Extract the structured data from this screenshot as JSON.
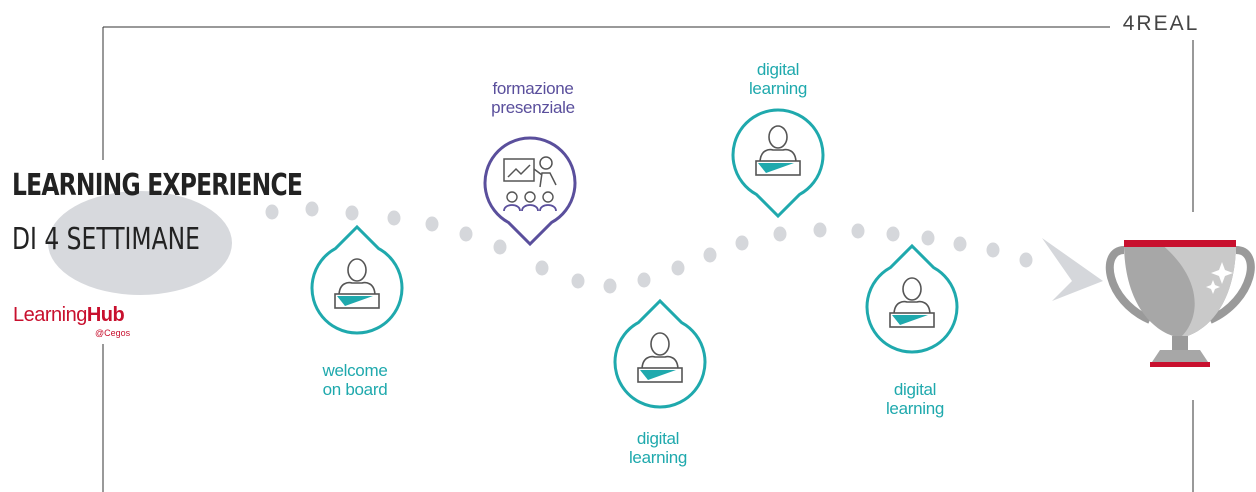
{
  "logo": {
    "text": "4REAL"
  },
  "title": {
    "line1": "LEARNING EXPERIENCE",
    "line2": "DI 4 SETTIMANE"
  },
  "brand": {
    "name_a": "Learning",
    "name_b": "Hub",
    "sub": "@Cegos"
  },
  "steps": [
    {
      "id": "welcome",
      "lines": [
        "welcome",
        "on board"
      ],
      "type": "digital",
      "color": "#1fa9ad"
    },
    {
      "id": "formazione",
      "lines": [
        "formazione",
        "presenziale"
      ],
      "type": "classroom",
      "color": "#5a4f9c"
    },
    {
      "id": "digital-1",
      "lines": [
        "digital",
        "learning"
      ],
      "type": "digital",
      "color": "#1fa9ad"
    },
    {
      "id": "digital-2",
      "lines": [
        "digital",
        "learning"
      ],
      "type": "digital",
      "color": "#1fa9ad"
    },
    {
      "id": "digital-3",
      "lines": [
        "digital",
        "learning"
      ],
      "type": "digital",
      "color": "#1fa9ad"
    }
  ],
  "colors": {
    "frame": "#333333",
    "dots": "#d5d7db",
    "trophy": "#9a9a9a",
    "trophy_band": "#c8102e"
  }
}
